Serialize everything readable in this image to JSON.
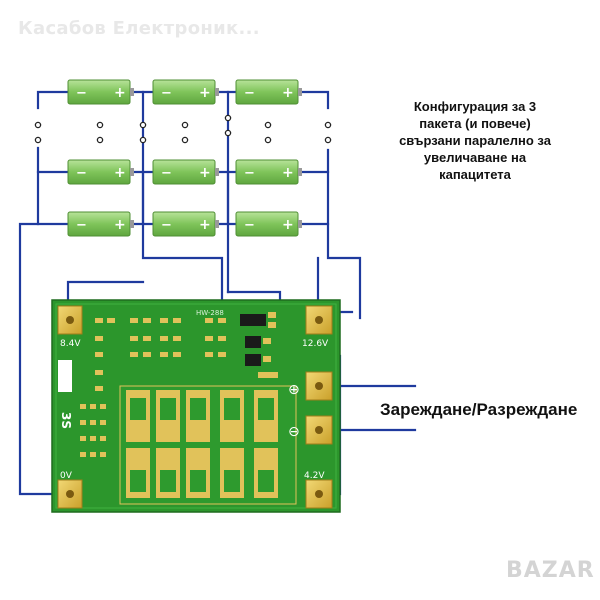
{
  "watermark": "Касабов Електроник...",
  "caption_lines": [
    "Конфигурация за 3",
    "пакета (и повече)",
    "свързани паралелно за",
    "увеличаване на",
    "капацитета"
  ],
  "charge_label": "Зареждане/Разреждане",
  "board": {
    "model": "HW-288",
    "side_label": "3S",
    "voltages": {
      "b_plus_top_left": "8.4V",
      "b_plus_top_right": "12.6V",
      "b_minus": "0V",
      "b_mid": "4.2V"
    },
    "plus_symbol": "⊕",
    "minus_symbol": "⊖"
  },
  "battery": {
    "minus": "−",
    "plus": "+"
  },
  "colors": {
    "wire": "#1f3a9e",
    "board": "#2e9a2e",
    "battery": "#8fcf6e",
    "pad": "#e4c14a"
  },
  "footer_logo": "BAZAR"
}
